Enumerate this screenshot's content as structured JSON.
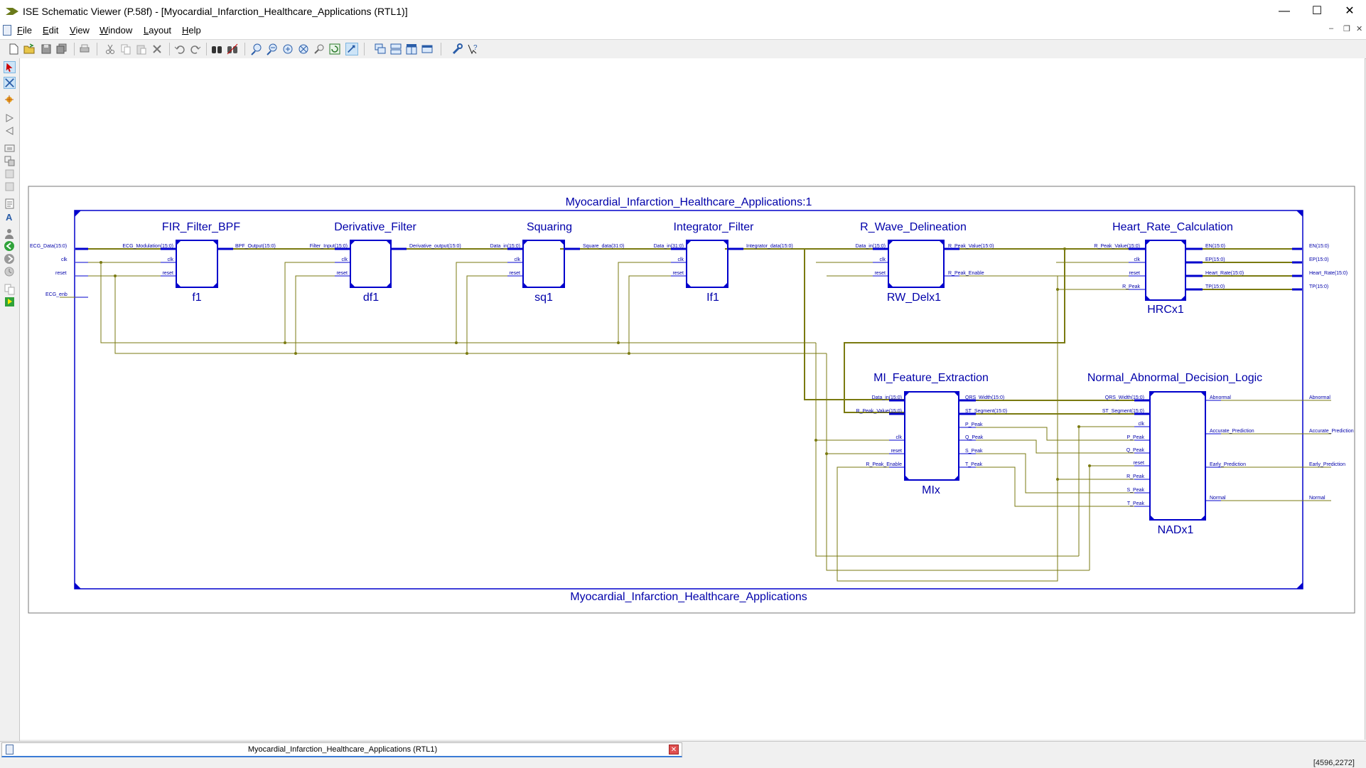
{
  "window": {
    "title": "ISE Schematic Viewer (P.58f) - [Myocardial_Infarction_Healthcare_Applications (RTL1)]",
    "minimize": "—",
    "maximize": "☐",
    "close": "✕"
  },
  "menu": {
    "items": [
      {
        "label": "File",
        "accel": "F",
        "rest": "ile"
      },
      {
        "label": "Edit",
        "accel": "E",
        "rest": "dit"
      },
      {
        "label": "View",
        "accel": "V",
        "rest": "iew"
      },
      {
        "label": "Window",
        "accel": "W",
        "rest": "indow"
      },
      {
        "label": "Layout",
        "accel": "L",
        "rest": "ayout"
      },
      {
        "label": "Help",
        "accel": "H",
        "rest": "elp"
      }
    ],
    "mdi_min": "–",
    "mdi_restore": "❐",
    "mdi_close": "✕"
  },
  "schematic": {
    "instance_title": "Myocardial_Infarction_Healthcare_Applications:1",
    "module_name": "Myocardial_Infarction_Healthcare_Applications",
    "top_inputs": [
      "ECG_Data(15:0)",
      "clk",
      "reset",
      "ECG_enb"
    ],
    "top_outputs_hr": [
      "EN(15:0)",
      "EP(15:0)",
      "Heart_Rate(15:0)",
      "TP(15:0)"
    ],
    "top_outputs_dec": [
      "Abnormal",
      "Accurate_Prediction",
      "Early_Prediction",
      "Normal"
    ],
    "blocks": {
      "fir": {
        "name": "FIR_Filter_BPF",
        "inst": "f1",
        "inputs": [
          "ECG_Modulation(15:0)",
          "clk",
          "reset"
        ],
        "outputs": [
          "BPF_Output(15:0)"
        ]
      },
      "der": {
        "name": "Derivative_Filter",
        "inst": "df1",
        "inputs": [
          "Filter_Input(15:0)",
          "clk",
          "reset"
        ],
        "outputs": [
          "Derivative_output(15:0)"
        ]
      },
      "sq": {
        "name": "Squaring",
        "inst": "sq1",
        "inputs": [
          "Data_in(15:0)",
          "clk",
          "reset"
        ],
        "outputs": [
          "Square_data(31:0)"
        ]
      },
      "intg": {
        "name": "Integrator_Filter",
        "inst": "If1",
        "inputs": [
          "Data_in(31:0)",
          "clk",
          "reset"
        ],
        "outputs": [
          "Integrator_data(15:0)"
        ]
      },
      "rw": {
        "name": "R_Wave_Delineation",
        "inst": "RW_Delx1",
        "inputs": [
          "Data_in(15:0)",
          "clk",
          "reset"
        ],
        "outputs": [
          "R_Peak_Value(15:0)",
          "R_Peak_Enable"
        ]
      },
      "hr": {
        "name": "Heart_Rate_Calculation",
        "inst": "HRCx1",
        "inputs": [
          "R_Peak_Value(15:0)",
          "clk",
          "reset",
          "R_Peak"
        ],
        "outputs": [
          "EN(15:0)",
          "EP(15:0)",
          "Heart_Rate(15:0)",
          "TP(15:0)"
        ]
      },
      "mi": {
        "name": "MI_Feature_Extraction",
        "inst": "MIx",
        "inputs": [
          "Data_in(15:0)",
          "R_Peak_Value(15:0)",
          "clk",
          "reset",
          "R_Peak_Enable"
        ],
        "outputs": [
          "QRS_Width(15:0)",
          "ST_Segment(15:0)",
          "P_Peak",
          "Q_Peak",
          "S_Peak",
          "T_Peak"
        ]
      },
      "nad": {
        "name": "Normal_Abnormal_Decision_Logic",
        "inst": "NADx1",
        "inputs": [
          "QRS_Width(15:0)",
          "ST_Segment(15:0)",
          "clk",
          "P_Peak",
          "Q_Peak",
          "reset",
          "R_Peak",
          "S_Peak",
          "T_Peak"
        ],
        "outputs": [
          "Abnormal",
          "Accurate_Prediction",
          "Early_Prediction",
          "Normal"
        ]
      }
    }
  },
  "tabs": [
    {
      "label": "Myocardial_Infarction_Healthcare_Applications (RTL1)",
      "close": "✕"
    }
  ],
  "status": {
    "coords": "[4596,2272]"
  },
  "colors": {
    "block": "#0000cc",
    "wire": "#7a7a10",
    "pin_label": "#0000aa"
  }
}
